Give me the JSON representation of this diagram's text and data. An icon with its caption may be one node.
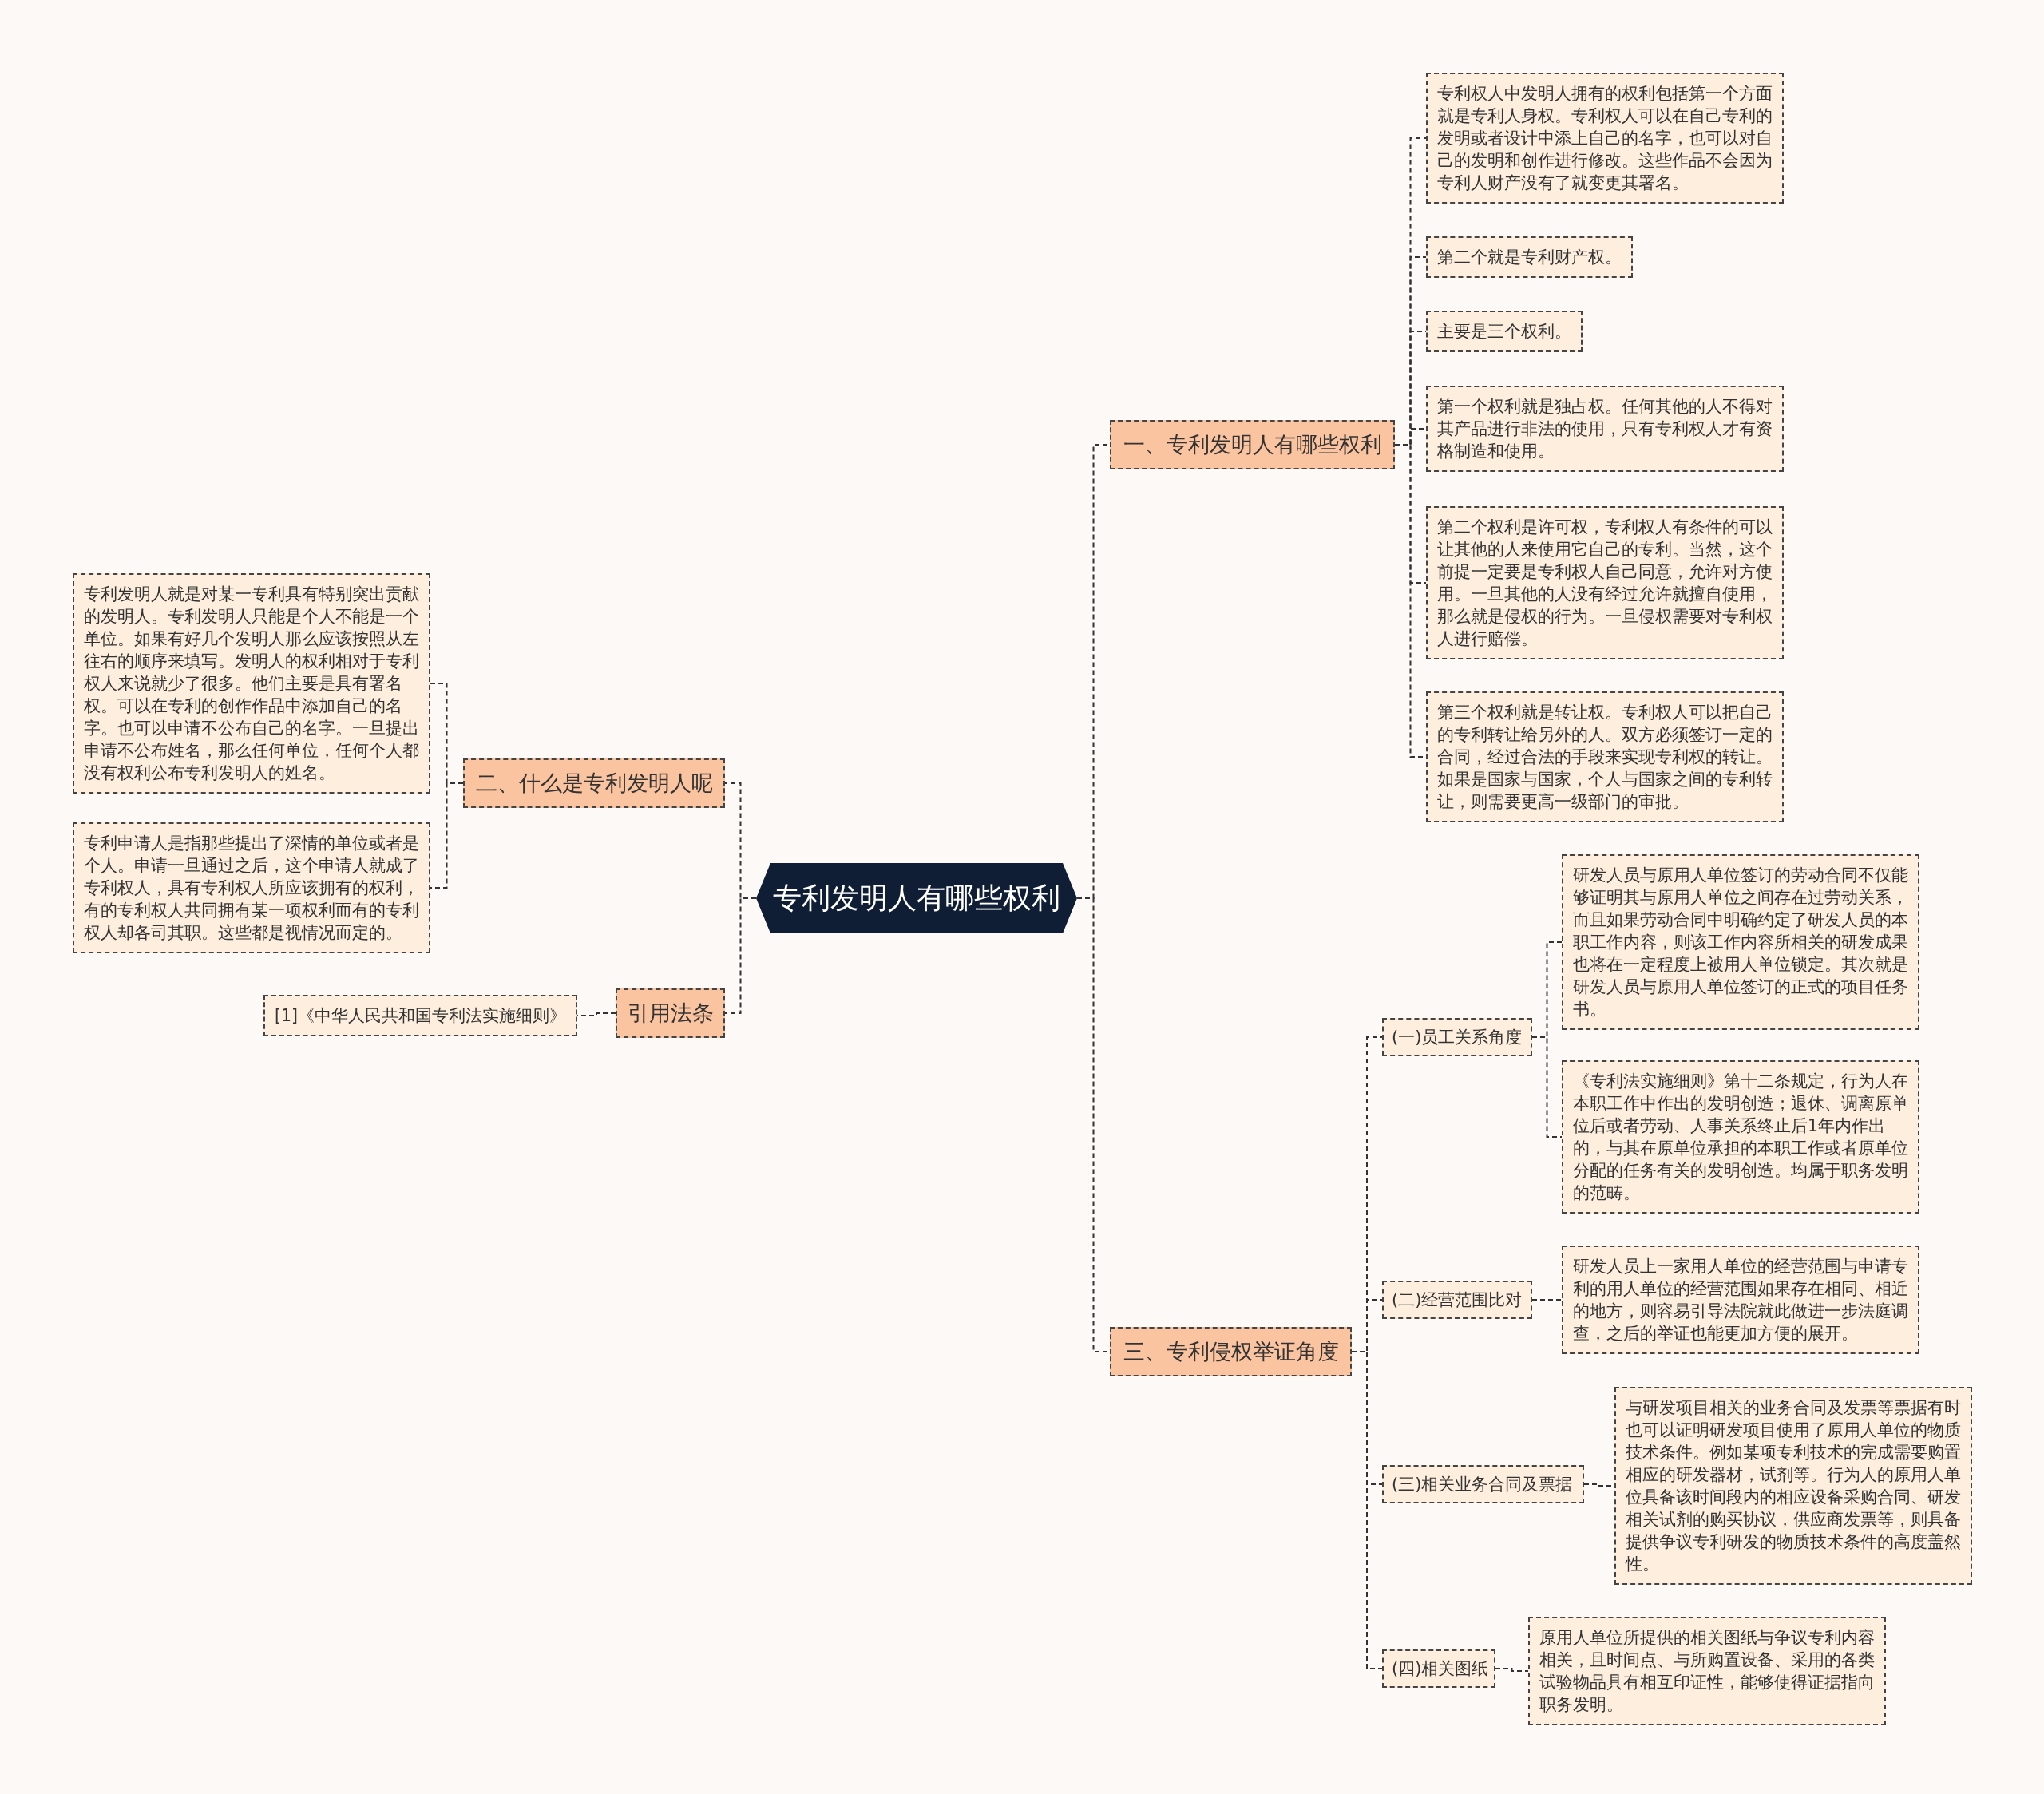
{
  "diagram": {
    "nodes": [
      {
        "text": [
          "专利发明人有哪些权利"
        ]
      },
      {
        "text": [
          "一、专利发明人有哪些权利"
        ]
      },
      {
        "text": [
          "专利权人中发明人拥有的权利包括第一个方面就是专利人身权。专利权人可以在自己专利的发明或者设计中添上自己的名字，也可以对自己的发明和创作进行修改。这些作品不会因为专利人财产没有了就变更其署名。"
        ]
      },
      {
        "text": [
          "第二个就是专利财产权。"
        ]
      },
      {
        "text": [
          "主要是三个权利。"
        ]
      },
      {
        "text": [
          "第一个权利就是独占权。任何其他的人不得对其产品进行非法的使用，只有专利权人才有资格制造和使用。"
        ]
      },
      {
        "text": [
          "第二个权利是许可权，专利权人有条件的可以让其他的人来使用它自己的专利。当然，这个前提一定要是专利权人自己同意，允许对方使用。一旦其他的人没有经过允许就擅自使用，那么就是侵权的行为。一旦侵权需要对专利权人进行赔偿。"
        ]
      },
      {
        "text": [
          "第三个权利就是转让权。专利权人可以把自己的专利转让给另外的人。双方必须签订一定的合同，经过合法的手段来实现专利权的转让。如果是国家与国家，个人与国家之间的专利转让，则需要更高一级部门的审批。"
        ]
      },
      {
        "text": [
          "三、专利侵权举证角度"
        ]
      },
      {
        "text": [
          "(一)员工关系角度"
        ]
      },
      {
        "text": [
          "研发人员与原用人单位签订的劳动合同不仅能够证明其与原用人单位之间存在过劳动关系，而且如果劳动合同中明确约定了研发人员的本职工作内容，则该工作内容所相关的研发成果也将在一定程度上被用人单位锁定。其次就是研发人员与原用人单位签订的正式的项目任务书。"
        ]
      },
      {
        "text": [
          "《专利法实施细则》第十二条规定，行为人在本职工作中作出的发明创造；退休、调离原单位后或者劳动、人事关系终止后1年内作出的，与其在原单位承担的本职工作或者原单位分配的任务有关的发明创造。均属于职务发明的范畴。"
        ]
      },
      {
        "text": [
          "(二)经营范围比对"
        ]
      },
      {
        "text": [
          "研发人员上一家用人单位的经营范围与申请专利的用人单位的经营范围如果存在相同、相近的地方，则容易引导法院就此做进一步法庭调查，之后的举证也能更加方便的展开。"
        ]
      },
      {
        "text": [
          "(三)相关业务合同及票据"
        ]
      },
      {
        "text": [
          "与研发项目相关的业务合同及发票等票据有时也可以证明研发项目使用了原用人单位的物质技术条件。例如某项专利技术的完成需要购置相应的研发器材，试剂等。行为人的原用人单位具备该时间段内的相应设备采购合同、研发相关试剂的购买协议，供应商发票等，则具备提供争议专利研发的物质技术条件的高度盖然性。"
        ]
      },
      {
        "text": [
          "(四)相关图纸"
        ]
      },
      {
        "text": [
          "原用人单位所提供的相关图纸与争议专利内容相关，且时间点、与所购置设备、采用的各类试验物品具有相互印证性，能够使得证据指向职务发明。"
        ]
      },
      {
        "text": [
          "二、什么是专利发明人呢"
        ]
      },
      {
        "text": [
          "专利发明人就是对某一专利具有特别突出贡献的发明人。专利发明人只能是个人不能是一个单位。如果有好几个发明人那么应该按照从左往右的顺序来填写。发明人的权利相对于专利权人来说就少了很多。他们主要是具有署名权。可以在专利的创作作品中添加自己的名字。也可以申请不公布自己的名字。一旦提出申请不公布姓名，那么任何单位，任何个人都没有权利公布专利发明人的姓名。"
        ]
      },
      {
        "text": [
          "专利申请人是指那些提出了深情的单位或者是个人。申请一旦通过之后，这个申请人就成了专利权人，具有专利权人所应该拥有的权利，有的专利权人共同拥有某一项权利而有的专利权人却各司其职。这些都是视情况而定的。"
        ]
      },
      {
        "text": [
          "引用法条"
        ]
      },
      {
        "text": [
          "[1]《中华人民共和国专利法实施细则》"
        ]
      }
    ],
    "edges": [
      {
        "from": 0,
        "to": 1,
        "arrow": "none"
      },
      {
        "from": 1,
        "to": 2,
        "arrow": "none"
      },
      {
        "from": 1,
        "to": 3,
        "arrow": "none"
      },
      {
        "from": 1,
        "to": 4,
        "arrow": "none"
      },
      {
        "from": 1,
        "to": 5,
        "arrow": "none"
      },
      {
        "from": 1,
        "to": 6,
        "arrow": "none"
      },
      {
        "from": 1,
        "to": 7,
        "arrow": "none"
      },
      {
        "from": 0,
        "to": 8,
        "arrow": "none"
      },
      {
        "from": 8,
        "to": 9,
        "arrow": "none"
      },
      {
        "from": 9,
        "to": 10,
        "arrow": "none"
      },
      {
        "from": 9,
        "to": 11,
        "arrow": "none"
      },
      {
        "from": 8,
        "to": 12,
        "arrow": "none"
      },
      {
        "from": 12,
        "to": 13,
        "arrow": "none"
      },
      {
        "from": 8,
        "to": 14,
        "arrow": "none"
      },
      {
        "from": 14,
        "to": 15,
        "arrow": "none"
      },
      {
        "from": 8,
        "to": 16,
        "arrow": "none"
      },
      {
        "from": 16,
        "to": 17,
        "arrow": "none"
      },
      {
        "from": 0,
        "to": 18,
        "arrow": "none"
      },
      {
        "from": 18,
        "to": 19,
        "arrow": "none"
      },
      {
        "from": 18,
        "to": 20,
        "arrow": "none"
      },
      {
        "from": 0,
        "to": 21,
        "arrow": "none"
      },
      {
        "from": 21,
        "to": 22,
        "arrow": "none"
      }
    ]
  }
}
